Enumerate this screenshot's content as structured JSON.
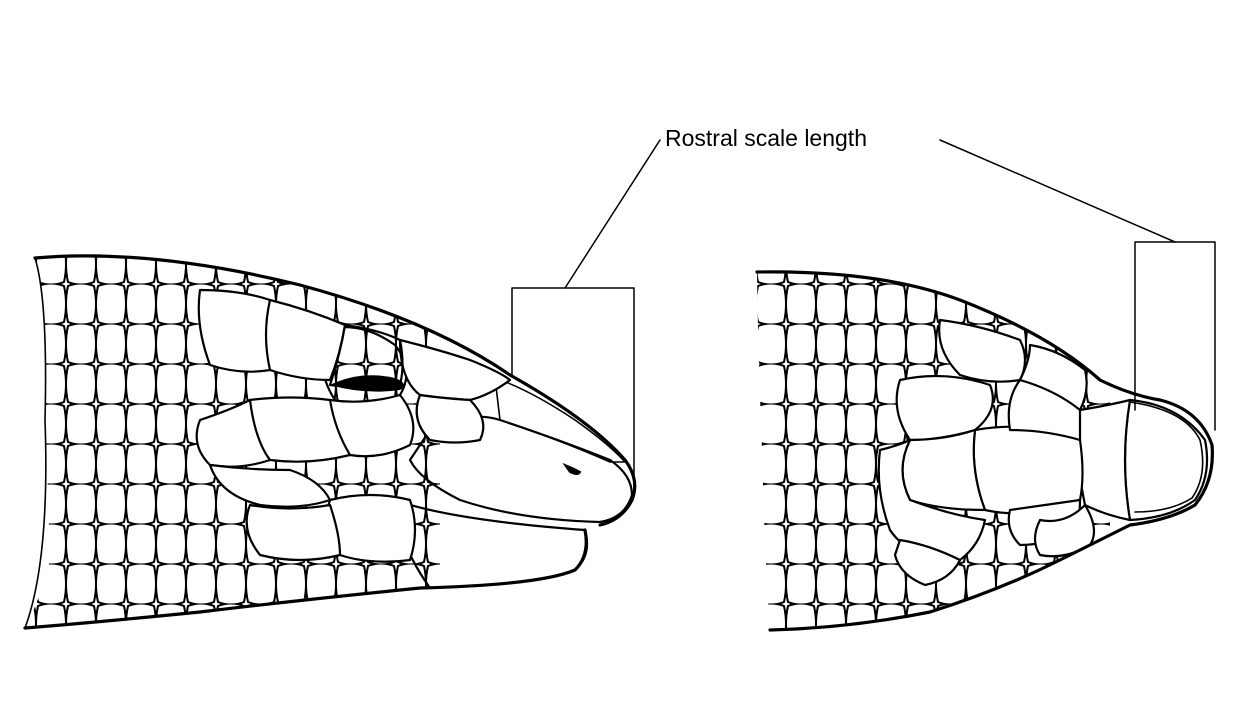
{
  "figure": {
    "label": "Rostral scale length",
    "ink_color": "#000000",
    "background_color": "#ffffff",
    "views": [
      "lateral-head-view",
      "dorsal-head-view"
    ]
  }
}
